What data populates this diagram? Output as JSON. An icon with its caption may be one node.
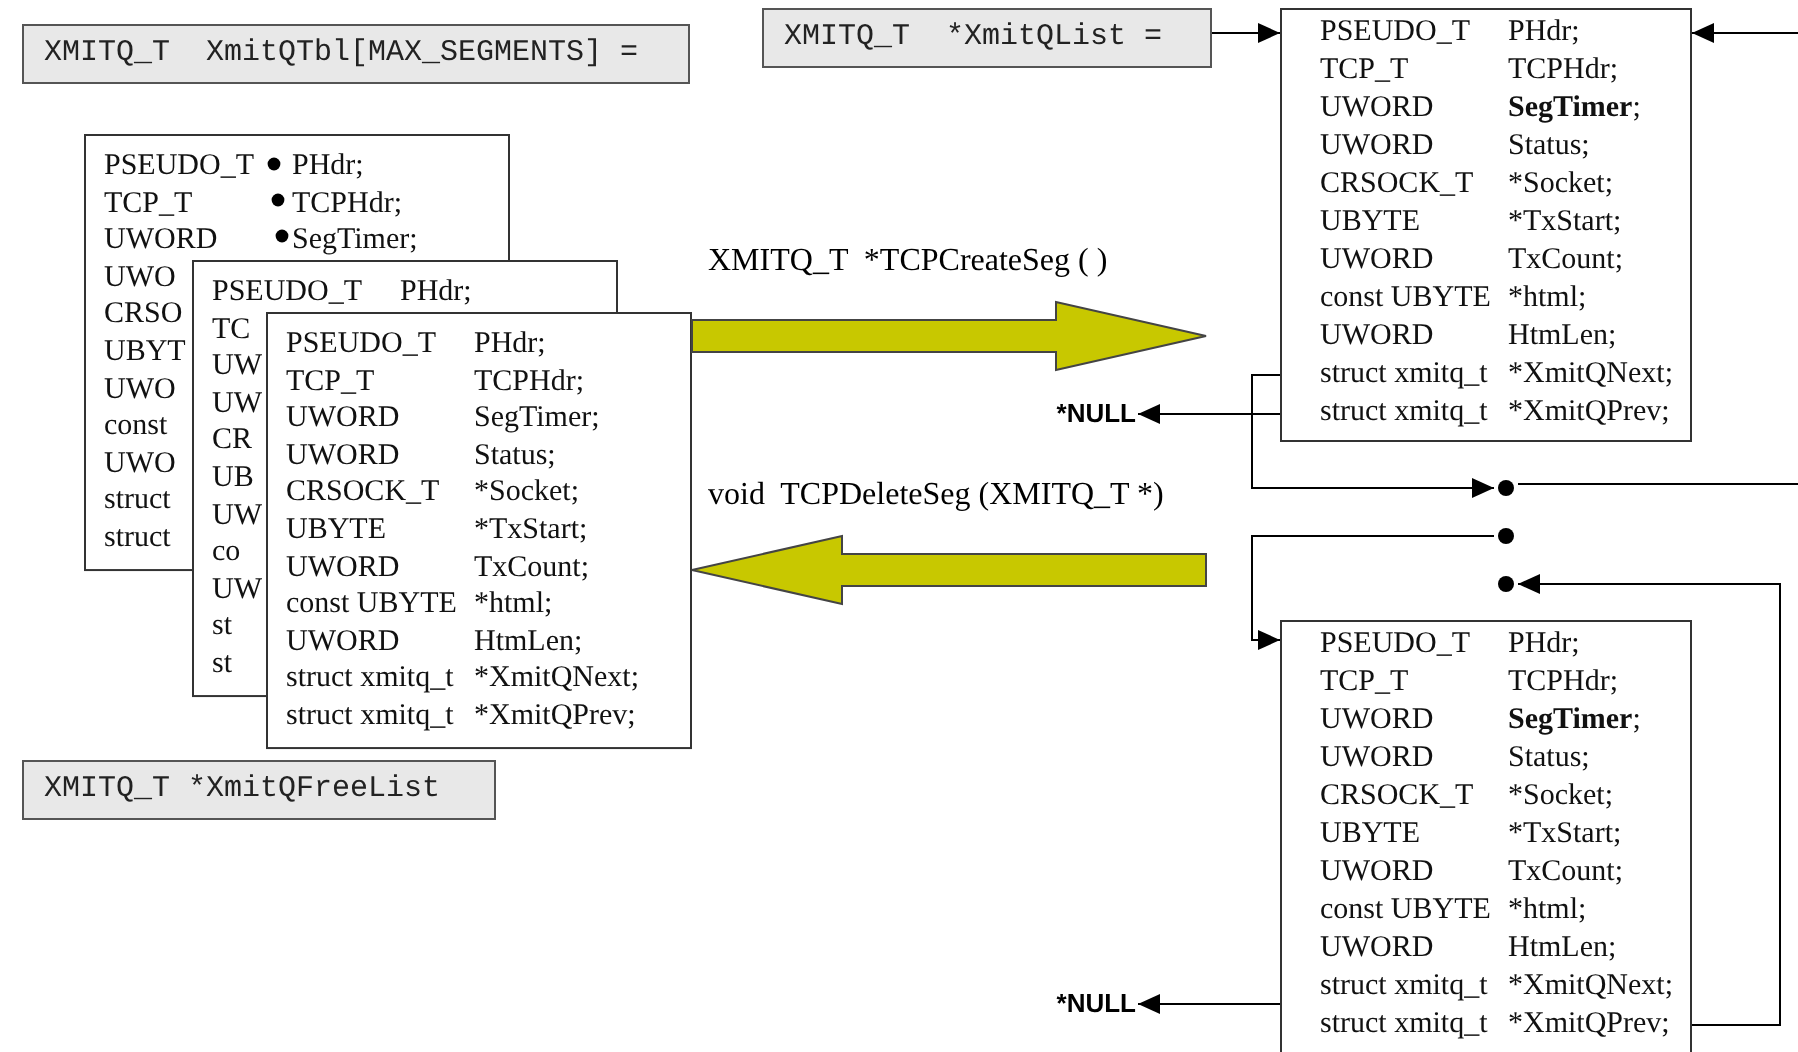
{
  "diagram": {
    "nodes": [
      {
        "text": [
          "XMITQ_T  XmitQTbl[MAX_SEGMENTS] ="
        ]
      },
      {
        "text": [
          "XMITQ_T  *XmitQList ="
        ]
      },
      {
        "text": [
          "PSEUDO_T",
          "PHdr;",
          "TCP_T",
          "TCPHdr;",
          "UWORD",
          "SegTimer;",
          "UWO",
          "CRSO",
          "UBYT",
          "UWO",
          "const",
          "UWO",
          "struct",
          "struct"
        ]
      },
      {
        "text": [
          "PSEUDO_T",
          "PHdr;",
          "TC",
          "UW",
          "UW",
          "CR",
          "UB",
          "UW",
          "co",
          "UW",
          "st",
          "st"
        ]
      },
      {
        "text": [
          "PSEUDO_T",
          "PHdr;",
          "TCP_T",
          "TCPHdr;",
          "UWORD",
          "SegTimer;",
          "UWORD",
          "Status;",
          "CRSOCK_T",
          "*Socket;",
          "UBYTE",
          "*TxStart;",
          "UWORD",
          "TxCount;",
          "const UBYTE",
          "*html;",
          "UWORD",
          "HtmLen;",
          "struct xmitq_t",
          "*XmitQNext;",
          "struct xmitq_t",
          "*XmitQPrev;"
        ]
      },
      {
        "text": [
          "PSEUDO_T",
          "PHdr;",
          "TCP_T",
          "TCPHdr;",
          "UWORD",
          "**SegTimer**;",
          "UWORD",
          "Status;",
          "CRSOCK_T",
          "*Socket;",
          "UBYTE",
          "*TxStart;",
          "UWORD",
          "TxCount;",
          "const UBYTE",
          "*html;",
          "UWORD",
          "HtmLen;",
          "struct xmitq_t",
          "*XmitQNext;",
          "struct xmitq_t",
          "*XmitQPrev;"
        ]
      },
      {
        "text": [
          "*NULL"
        ]
      },
      {
        "text": [],
        "shape": "ellipsis"
      },
      {
        "text": [
          "PSEUDO_T",
          "PHdr;",
          "TCP_T",
          "TCPHdr;",
          "UWORD",
          "**SegTimer**;",
          "UWORD",
          "Status;",
          "CRSOCK_T",
          "*Socket;",
          "UBYTE",
          "*TxStart;",
          "UWORD",
          "TxCount;",
          "const UBYTE",
          "*html;",
          "UWORD",
          "HtmLen;",
          "struct xmitq_t",
          "*XmitQNext;",
          "struct xmitq_t",
          "*XmitQPrev;"
        ]
      },
      {
        "text": [
          "*NULL"
        ]
      },
      {
        "text": [
          "XMITQ_T *XmitQFreeList"
        ]
      }
    ],
    "edges": [
      {
        "from": 1,
        "to": 5,
        "arrow": "to"
      },
      {
        "from": 4,
        "to": null,
        "arrow": "to",
        "label": "XMITQ_T  *TCPCreateSeg ( )",
        "style": "thick",
        "color": "#c8c800"
      },
      {
        "from": null,
        "to": 4,
        "arrow": "to",
        "label": "void  TCPDeleteSeg (XMITQ_T *)",
        "style": "thick",
        "color": "#c8c800"
      },
      {
        "from": 5,
        "to": 6,
        "arrow": "to"
      },
      {
        "from": 5,
        "to": 7,
        "arrow": "to"
      },
      {
        "from": 7,
        "to": 8,
        "arrow": "to"
      },
      {
        "from": 8,
        "to": 9,
        "arrow": "to"
      },
      {
        "from": 8,
        "to": 7,
        "arrow": "to"
      },
      {
        "from": 7,
        "to": null,
        "arrow": "none"
      },
      {
        "from": null,
        "to": 5,
        "arrow": "to"
      }
    ]
  }
}
